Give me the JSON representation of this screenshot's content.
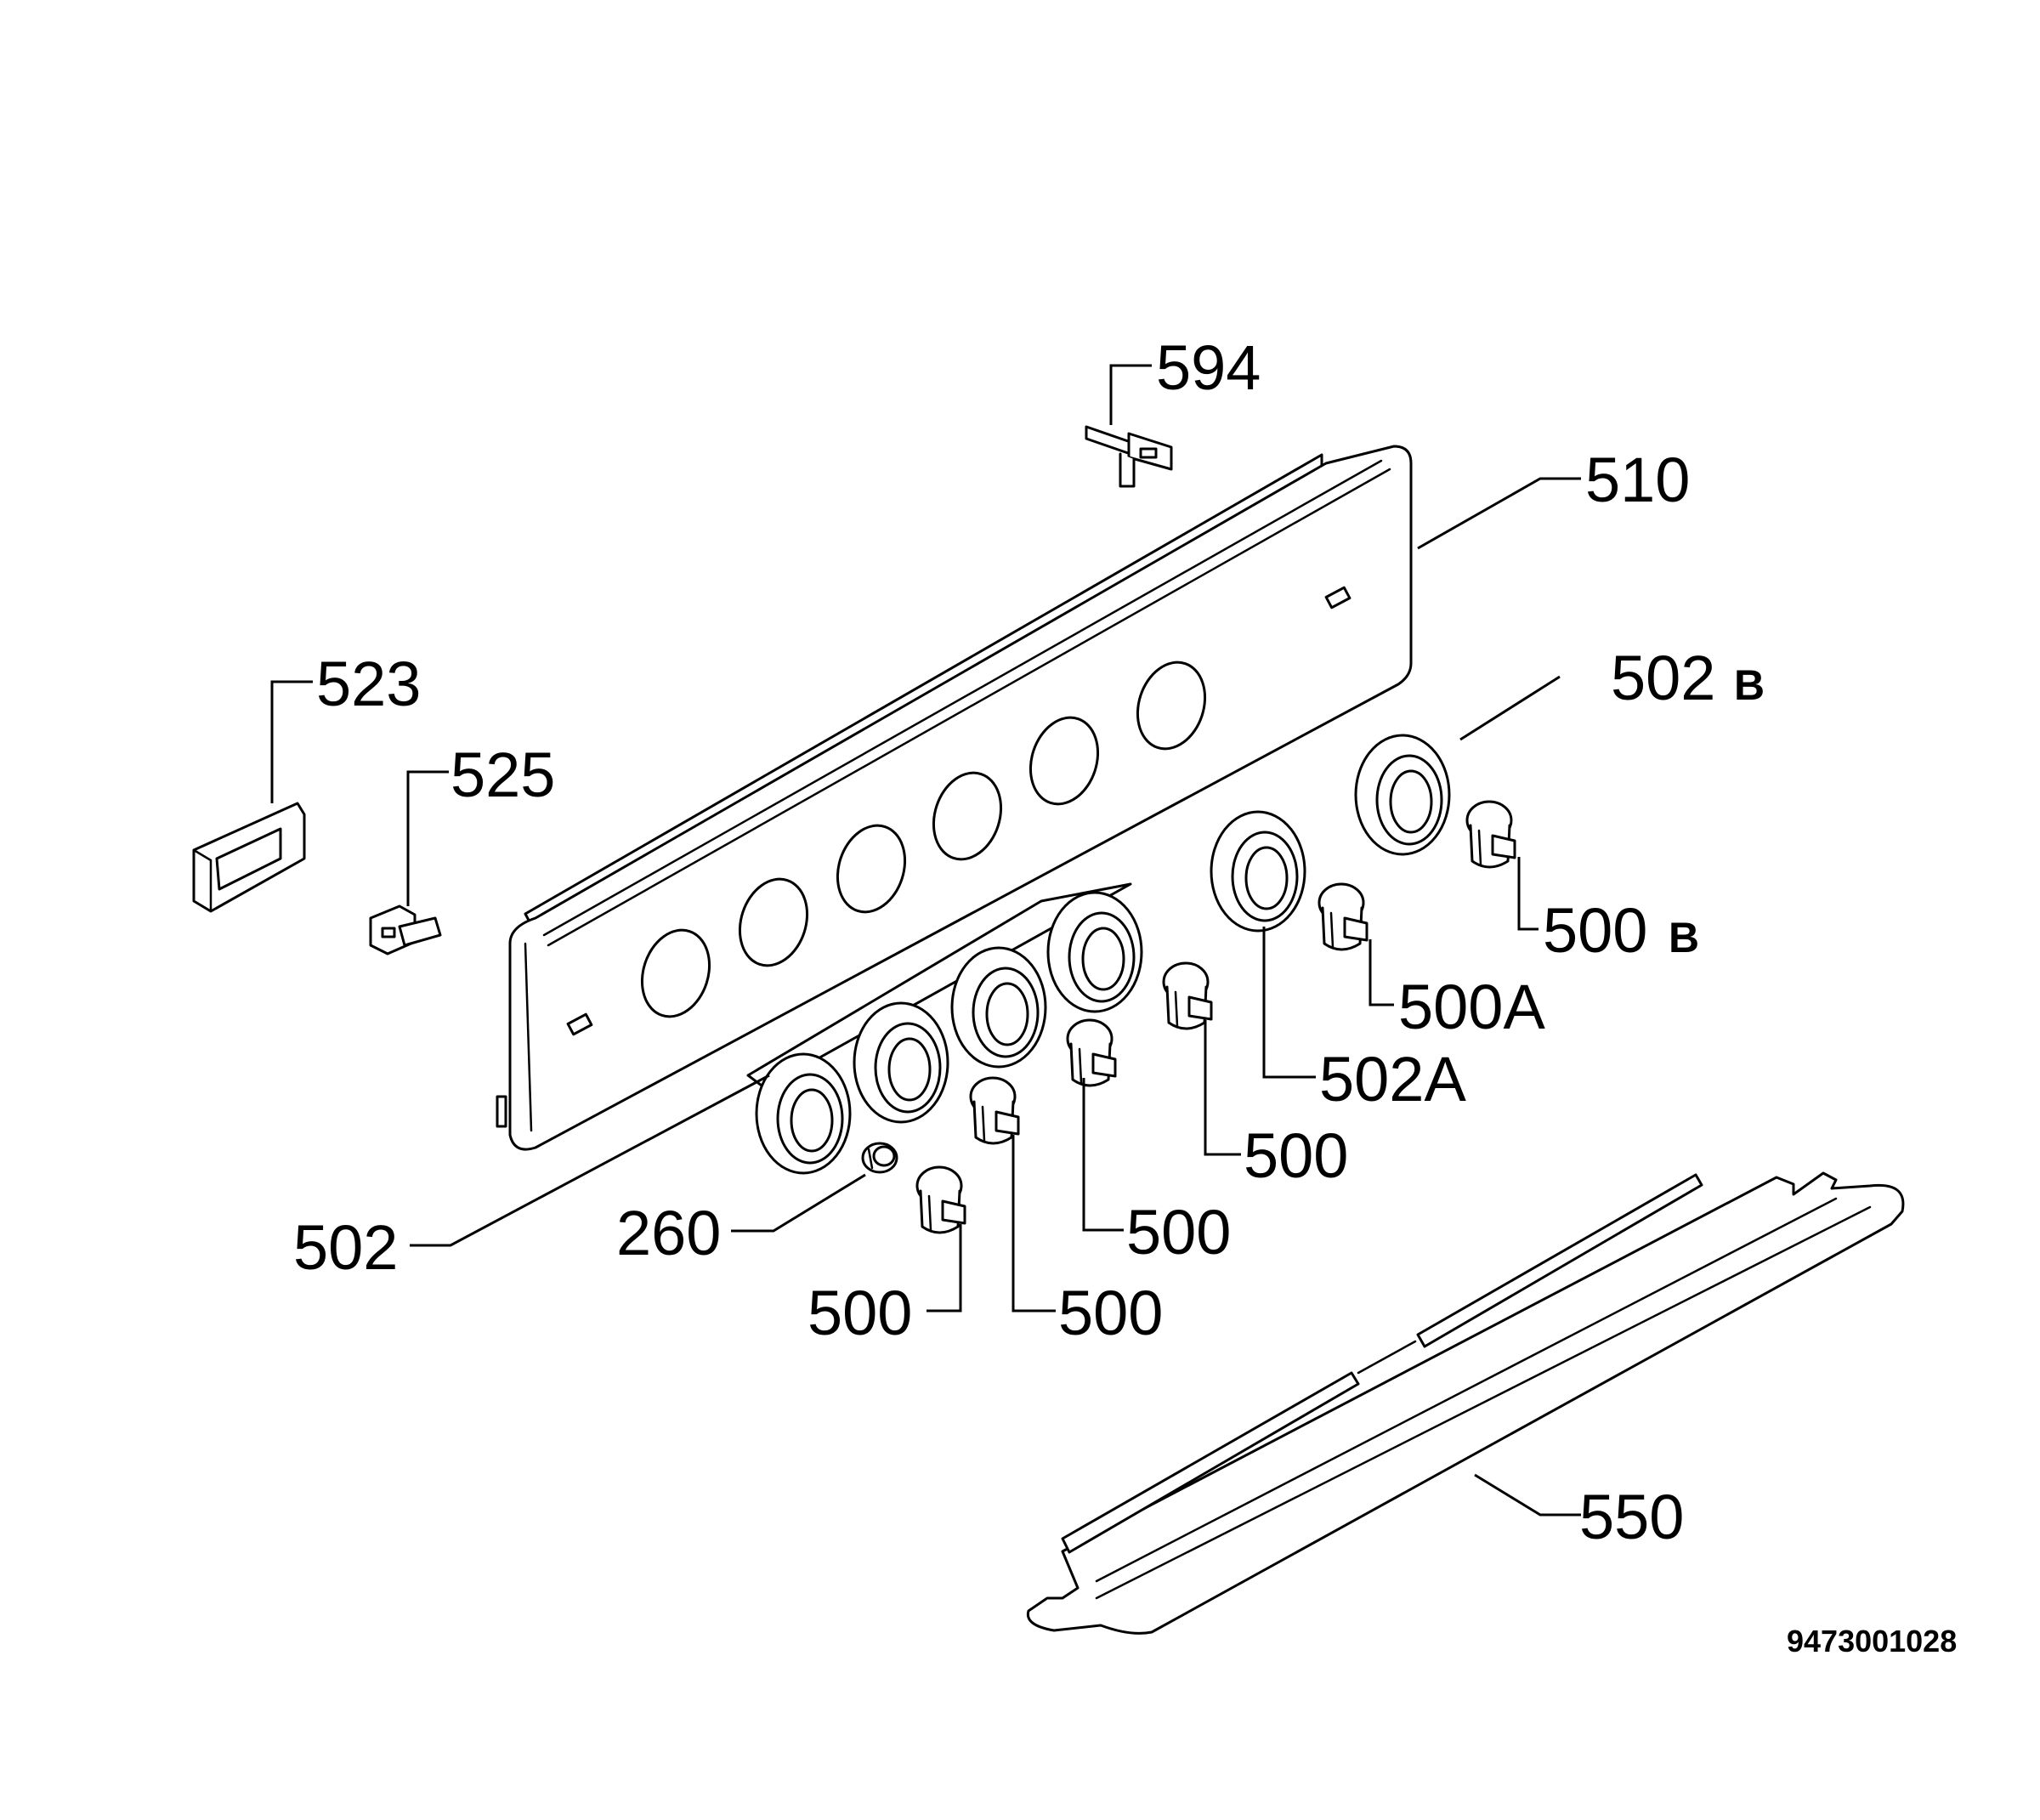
{
  "labels": {
    "p594": "594",
    "p510": "510",
    "p523": "523",
    "p525": "525",
    "p502B": "502",
    "p502B_suffix": "B",
    "p500B": "500",
    "p500B_suffix": "B",
    "p500A": "500A",
    "p502A": "502A",
    "p500_a": "500",
    "p500_b": "500",
    "p500_c": "500",
    "p500_d": "500",
    "p502": "502",
    "p260": "260",
    "p550": "550"
  },
  "document_number": "9473001028"
}
